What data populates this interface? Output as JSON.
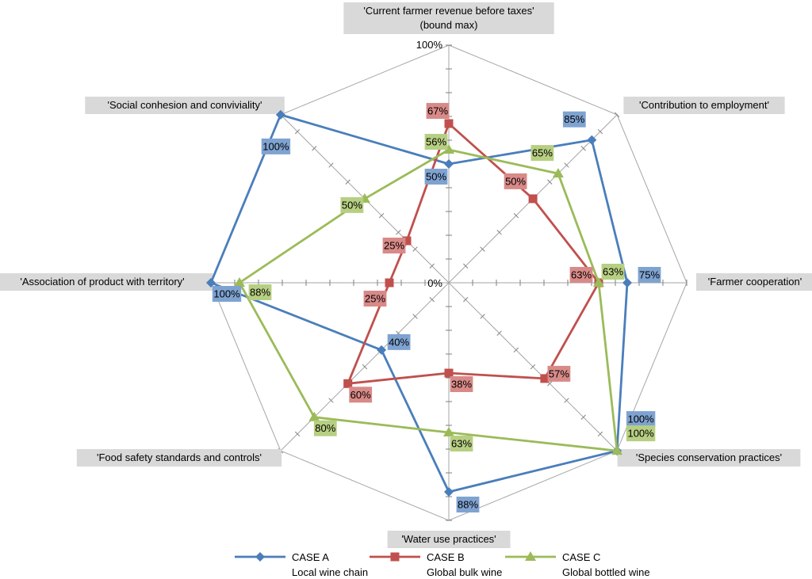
{
  "chart_data": {
    "type": "radar",
    "axes": [
      [
        "'Current farmer revenue before taxes'",
        "(bound max)"
      ],
      [
        "'Contribution to employment'"
      ],
      [
        "'Farmer cooperation'"
      ],
      [
        "'Species conservation practices'"
      ],
      [
        "'Water use practices'"
      ],
      [
        "'Food safety standards and controls'"
      ],
      [
        "'Association of product with territory'"
      ],
      [
        "'Social conhesion and conviviality'"
      ]
    ],
    "rlim": [
      0,
      100
    ],
    "ticks": {
      "max_label": "100%",
      "min_label": "0%"
    },
    "series": [
      {
        "name": [
          "CASE A",
          "Local wine chain"
        ],
        "marker": "diamond",
        "color": "#4a7ebb",
        "label_color": "#7fa3d1",
        "values": [
          50,
          85,
          75,
          100,
          88,
          40,
          100,
          100
        ],
        "labels": [
          "50%",
          "85%",
          "75%",
          "100%",
          "88%",
          "40%",
          "100%",
          "100%"
        ]
      },
      {
        "name": [
          "CASE B",
          "Global bulk wine"
        ],
        "marker": "square",
        "color": "#c0504d",
        "label_color": "#d88a88",
        "values": [
          67,
          50,
          63,
          57,
          38,
          60,
          25,
          25
        ],
        "labels": [
          "67%",
          "50%",
          "63%",
          "57%",
          "38%",
          "60%",
          "25%",
          "25%"
        ]
      },
      {
        "name": [
          "CASE C",
          "Global bottled wine"
        ],
        "marker": "triangle",
        "color": "#9bbb59",
        "label_color": "#b7cf82",
        "values": [
          56,
          65,
          63,
          100,
          63,
          80,
          88,
          50
        ],
        "labels": [
          "56%",
          "65%",
          "63%",
          "100%",
          "63%",
          "80%",
          "88%",
          "50%"
        ]
      }
    ]
  }
}
